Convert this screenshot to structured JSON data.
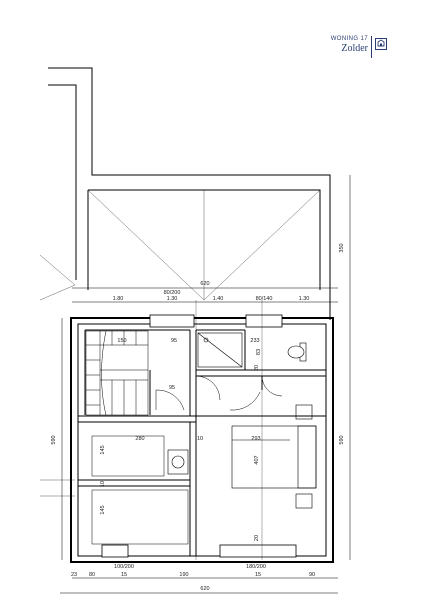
{
  "header": {
    "subtitle": "WONING 17",
    "title": "Zolder",
    "logo_icon": "house-plan-logo-icon",
    "accent_color": "#2a3d72"
  },
  "dimensions": {
    "top_total": "620",
    "top_segments": [
      "1.80",
      "80/200",
      "1.30",
      "1.40",
      "80/140",
      "1.30"
    ],
    "right_upper": "350",
    "right_lower": "590",
    "left_height": "590",
    "bottom_total": "620",
    "bottom_left_offset": "23",
    "bottom_segments": [
      "80",
      "15",
      "190",
      "15",
      "90"
    ],
    "bottom_window_left": "100/200",
    "bottom_window_right": "180/200",
    "stair_width": "150",
    "shower_depth": "95",
    "shower_width": "20",
    "toilet_width": "233",
    "toilet_depth": "83",
    "hall_width": "95",
    "room_left_width": "280",
    "room_right_width": "293",
    "room_left_depth_upper": "145",
    "room_left_depth_lower": "145",
    "room_right_depth": "407",
    "wall_10": "10",
    "wall_20": "20"
  }
}
